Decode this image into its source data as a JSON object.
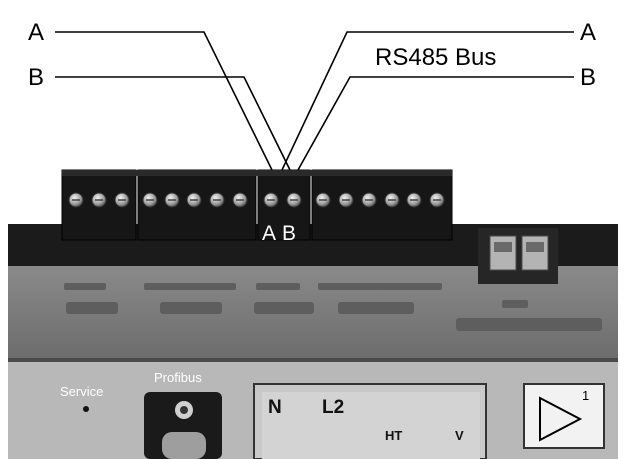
{
  "bus": {
    "title": "RS485 Bus",
    "left_a": "A",
    "left_b": "B",
    "right_a": "A",
    "right_b": "B"
  },
  "terminals": {
    "rs485_a": "A",
    "rs485_b": "B"
  },
  "panel": {
    "service_label": "Service",
    "profibus_label": "Profibus",
    "display": {
      "n": "N",
      "l2": "L2",
      "ht": "HT",
      "v": "V"
    },
    "page_button_number": "1"
  },
  "colors": {
    "background": "#ffffff",
    "housing_top": "#1b1b1b",
    "housing_face": "#7a7a7a",
    "panel": "#b8b8b8",
    "display": "#c9c9c9",
    "wire": "#000000"
  }
}
